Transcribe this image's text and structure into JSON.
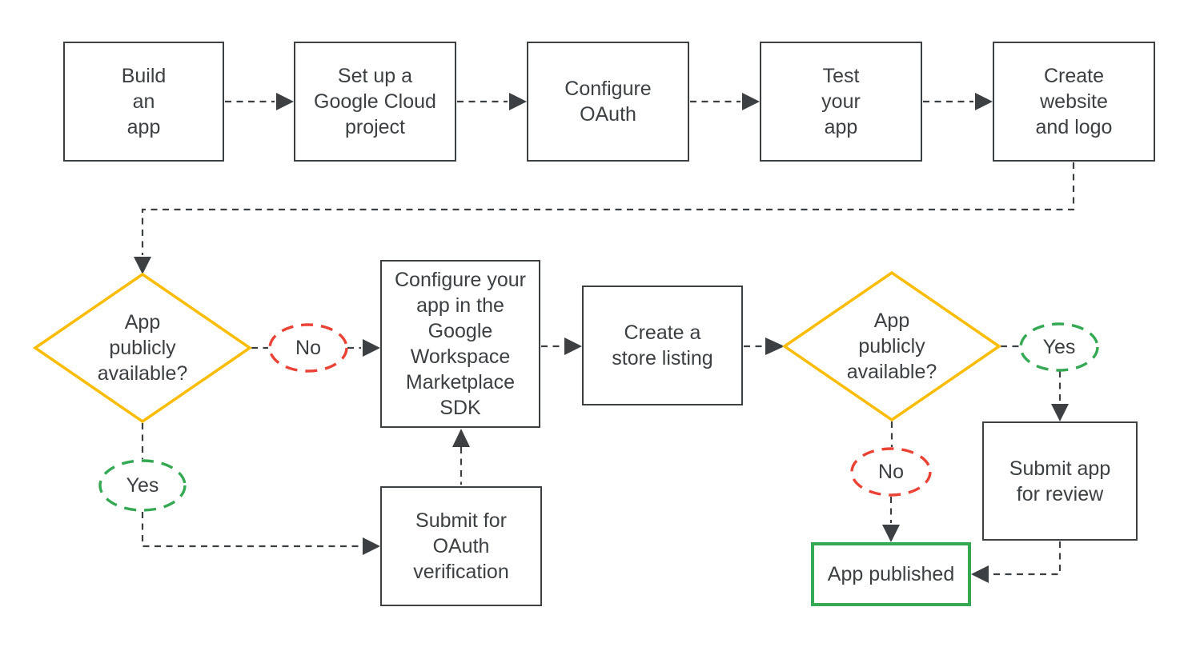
{
  "colors": {
    "outline": "#3c4043",
    "text": "#3c4043",
    "decision": "#fbbc04",
    "no": "#ea4335",
    "yes": "#34a853",
    "published": "#34a853",
    "background": "#ffffff"
  },
  "nodes": {
    "build_app": {
      "label": "Build\nan\napp"
    },
    "setup_project": {
      "label": "Set up a\nGoogle Cloud\nproject"
    },
    "configure_oauth": {
      "label": "Configure\nOAuth"
    },
    "test_app": {
      "label": "Test\nyour\napp"
    },
    "create_website": {
      "label": "Create\nwebsite\nand logo"
    },
    "decision_left": {
      "label": "App\npublicly\navailable?"
    },
    "no_left": {
      "label": "No"
    },
    "yes_left": {
      "label": "Yes"
    },
    "configure_sdk": {
      "label": "Configure your\napp in the\nGoogle\nWorkspace\nMarketplace\nSDK"
    },
    "store_listing": {
      "label": "Create a\nstore listing"
    },
    "submit_oauth": {
      "label": "Submit for\nOAuth\nverification"
    },
    "decision_right": {
      "label": "App\npublicly\navailable?"
    },
    "yes_right": {
      "label": "Yes"
    },
    "no_right": {
      "label": "No"
    },
    "submit_review": {
      "label": "Submit app\nfor review"
    },
    "app_published": {
      "label": "App published"
    }
  },
  "edges": [
    {
      "from": "Build an app",
      "to": "Set up a Google Cloud project"
    },
    {
      "from": "Set up a Google Cloud project",
      "to": "Configure OAuth"
    },
    {
      "from": "Configure OAuth",
      "to": "Test your app"
    },
    {
      "from": "Test your app",
      "to": "Create website and logo"
    },
    {
      "from": "Create website and logo",
      "to": "App publicly available? (first)"
    },
    {
      "from": "App publicly available? (first)",
      "branch": "No",
      "to": "Configure your app in the Google Workspace Marketplace SDK"
    },
    {
      "from": "App publicly available? (first)",
      "branch": "Yes",
      "to": "Submit for OAuth verification"
    },
    {
      "from": "Submit for OAuth verification",
      "to": "Configure your app in the Google Workspace Marketplace SDK"
    },
    {
      "from": "Configure your app in the Google Workspace Marketplace SDK",
      "to": "Create a store listing"
    },
    {
      "from": "Create a store listing",
      "to": "App publicly available? (second)"
    },
    {
      "from": "App publicly available? (second)",
      "branch": "Yes",
      "to": "Submit app for review"
    },
    {
      "from": "App publicly available? (second)",
      "branch": "No",
      "to": "App published"
    },
    {
      "from": "Submit app for review",
      "to": "App published"
    }
  ]
}
